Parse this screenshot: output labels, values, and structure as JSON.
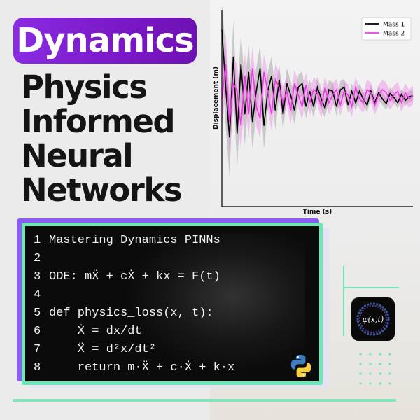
{
  "badge": {
    "label": "Dynamics",
    "color": "#7a18c6"
  },
  "title": {
    "lines": [
      "Physics",
      "Informed",
      "Neural",
      "Networks"
    ]
  },
  "chart_data": {
    "type": "line",
    "xlabel": "Time (s)",
    "ylabel": "Displacement (m)",
    "legend_position": "top-right",
    "grid": false,
    "x": [
      0.0,
      0.02,
      0.04,
      0.06,
      0.08,
      0.1,
      0.12,
      0.14,
      0.16,
      0.18,
      0.2,
      0.22,
      0.24,
      0.26,
      0.28,
      0.3,
      0.32,
      0.34,
      0.36,
      0.38,
      0.4,
      0.42,
      0.44,
      0.46,
      0.48,
      0.5,
      0.52,
      0.54,
      0.56,
      0.58,
      0.6,
      0.62,
      0.64,
      0.66,
      0.68,
      0.7,
      0.72,
      0.74,
      0.76,
      0.78,
      0.8,
      0.82,
      0.84,
      0.86,
      0.88,
      0.9,
      0.92,
      0.94,
      0.96,
      0.98,
      1.0
    ],
    "series": [
      {
        "name": "Mass 1",
        "color": "#000000",
        "values": [
          0.9,
          0.15,
          -0.5,
          0.55,
          -0.45,
          0.45,
          -0.2,
          0.35,
          -0.3,
          0.1,
          0.4,
          -0.35,
          0.1,
          0.3,
          -0.15,
          0.25,
          -0.2,
          0.2,
          0.05,
          -0.15,
          0.15,
          0.2,
          -0.1,
          0.1,
          -0.1,
          0.15,
          0.0,
          -0.12,
          0.12,
          0.1,
          -0.1,
          0.12,
          0.15,
          -0.08,
          0.1,
          -0.05,
          0.1,
          0.0,
          -0.08,
          0.1,
          -0.05,
          0.08,
          0.0,
          -0.06,
          0.07,
          0.02,
          -0.05,
          0.06,
          -0.02,
          0.03,
          0.04
        ],
        "band_halfwidth": [
          0.35,
          0.5,
          0.5,
          0.45,
          0.45,
          0.4,
          0.4,
          0.35,
          0.35,
          0.3,
          0.3,
          0.3,
          0.25,
          0.25,
          0.25,
          0.2,
          0.2,
          0.2,
          0.18,
          0.18,
          0.16,
          0.16,
          0.15,
          0.15,
          0.14,
          0.14,
          0.13,
          0.13,
          0.12,
          0.12,
          0.12,
          0.11,
          0.11,
          0.1,
          0.1,
          0.1,
          0.1,
          0.09,
          0.09,
          0.09,
          0.08,
          0.08,
          0.08,
          0.08,
          0.08,
          0.07,
          0.07,
          0.07,
          0.07,
          0.07,
          0.07
        ],
        "band_color": "#9a9a9a"
      },
      {
        "name": "Mass 2",
        "color": "#e83ee0",
        "values": [
          0.0,
          0.45,
          -0.3,
          0.2,
          0.1,
          -0.35,
          0.3,
          -0.2,
          0.4,
          -0.1,
          -0.25,
          0.35,
          0.1,
          -0.2,
          0.25,
          0.15,
          -0.05,
          0.1,
          -0.15,
          0.2,
          0.05,
          -0.1,
          0.18,
          -0.05,
          0.12,
          0.08,
          -0.1,
          0.15,
          -0.05,
          0.05,
          0.12,
          -0.08,
          0.1,
          0.05,
          -0.1,
          0.15,
          0.0,
          -0.05,
          0.12,
          0.08,
          -0.08,
          0.05,
          0.12,
          0.08,
          -0.02,
          0.05,
          0.1,
          -0.05,
          0.08,
          0.0,
          0.05
        ],
        "band_halfwidth": [
          0.35,
          0.4,
          0.4,
          0.35,
          0.35,
          0.3,
          0.3,
          0.3,
          0.28,
          0.26,
          0.26,
          0.24,
          0.22,
          0.22,
          0.2,
          0.2,
          0.2,
          0.18,
          0.18,
          0.18,
          0.17,
          0.17,
          0.16,
          0.16,
          0.16,
          0.15,
          0.15,
          0.15,
          0.15,
          0.15,
          0.14,
          0.14,
          0.14,
          0.14,
          0.14,
          0.14,
          0.13,
          0.13,
          0.13,
          0.13,
          0.13,
          0.13,
          0.13,
          0.13,
          0.12,
          0.12,
          0.12,
          0.12,
          0.12,
          0.12,
          0.12
        ],
        "band_color": "#f07ae8"
      }
    ],
    "xlim": [
      0,
      1
    ],
    "ylim": [
      -1.4,
      1.15
    ]
  },
  "code": {
    "lines": [
      {
        "num": "1",
        "text": "Mastering Dynamics PINNs"
      },
      {
        "num": "2",
        "text": ""
      },
      {
        "num": "3",
        "text": "ODE: mẌ + cẊ + kx = F(t)"
      },
      {
        "num": "4",
        "text": ""
      },
      {
        "num": "5",
        "text": "def physics_loss(x, t):"
      },
      {
        "num": "6",
        "text": "    Ẋ = dx/dt"
      },
      {
        "num": "7",
        "text": "    Ẍ = d²x/dt²"
      },
      {
        "num": "8",
        "text": "    return m·Ẍ + c·Ẋ + k·x"
      }
    ]
  },
  "icons": {
    "python": "python-logo-icon",
    "phi": "phi-function-icon"
  },
  "phi_tile": {
    "label": "φ(x,t)"
  },
  "accent": {
    "mint": "#6ee7b7",
    "purple": "#8b5cf6"
  }
}
